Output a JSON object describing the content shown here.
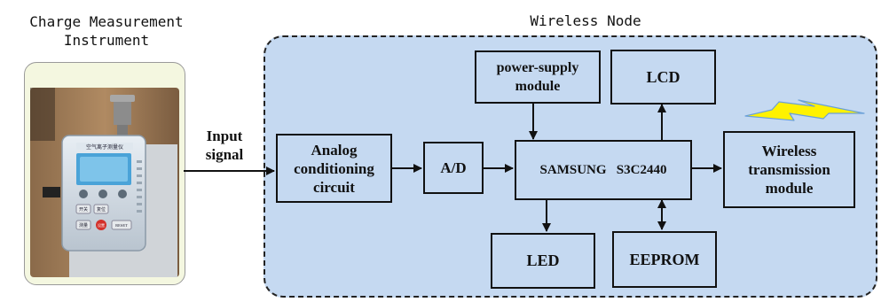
{
  "titles": {
    "instrument_line1": "Charge Measurement",
    "instrument_line2": "Instrument",
    "wireless_node": "Wireless Node"
  },
  "labels": {
    "input_line1": "Input",
    "input_line2": "signal"
  },
  "device": {
    "screen_label": "空气离子测量仪",
    "button_labels": [
      "开关",
      "复位",
      "测量",
      "设置",
      "RESET"
    ]
  },
  "blocks": {
    "analog_line1": "Analog",
    "analog_line2": "conditioning",
    "analog_line3": "circuit",
    "ad": "A/D",
    "power_line1": "power-supply",
    "power_line2": "module",
    "lcd": "LCD",
    "samsung": "SAMSUNG   S3C2440",
    "wireless_line1": "Wireless",
    "wireless_line2": "transmission",
    "wireless_line3": "module",
    "led": "LED",
    "eeprom": "EEPROM"
  },
  "colors": {
    "node_fill": "#c5d9f1",
    "lightning": "#fff200",
    "lightning_edge": "#6aa0d8"
  }
}
